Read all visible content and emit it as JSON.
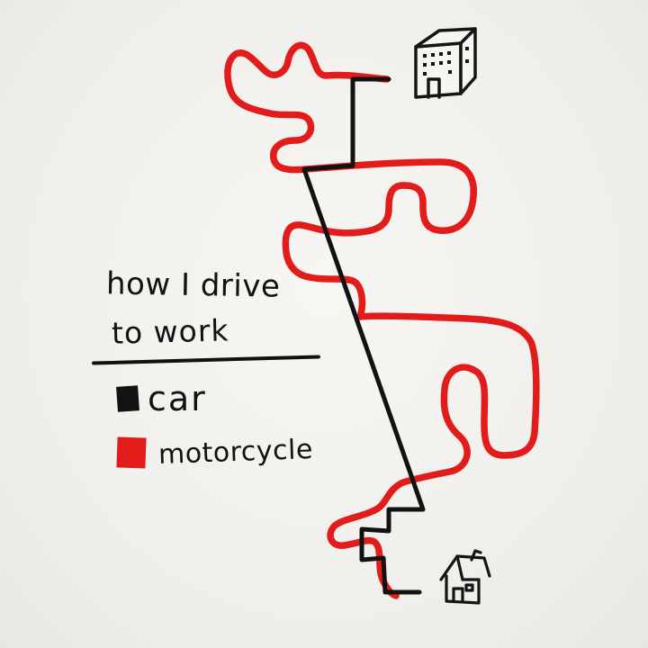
{
  "legend": {
    "title_line1": "how I drive",
    "title_line2": "to work",
    "items": [
      {
        "label": "car",
        "color": "#121212"
      },
      {
        "label": "motorcycle",
        "color": "#e21b1b"
      }
    ]
  },
  "icons": {
    "destination": "office-building-icon",
    "origin": "house-icon"
  },
  "colors": {
    "background": "#f2f1ee",
    "car_route": "#121212",
    "motorcycle_route": "#e21b1b"
  }
}
